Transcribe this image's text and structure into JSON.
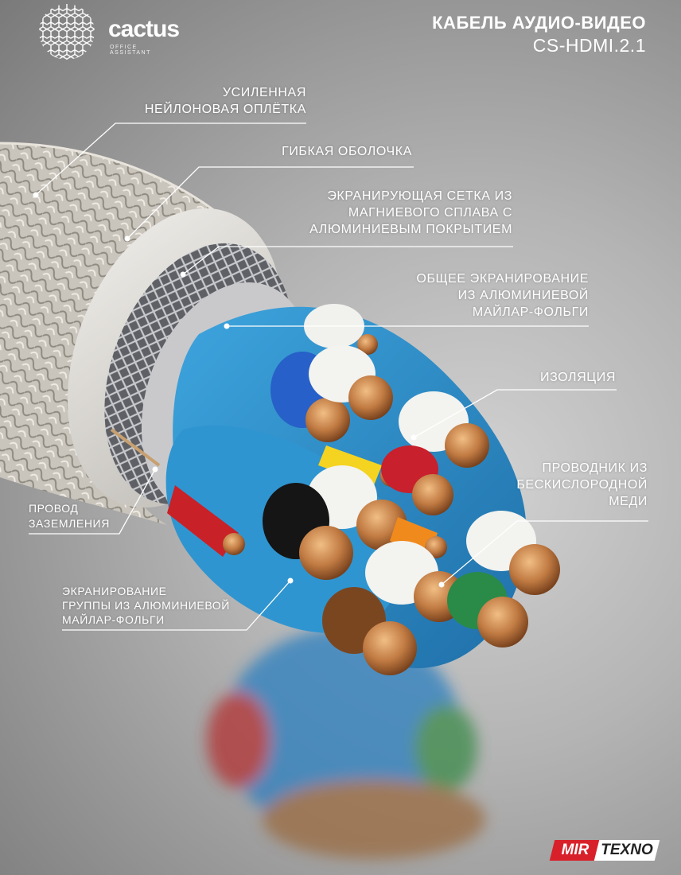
{
  "brand": {
    "name": "cactus",
    "tagline": "OFFICE ASSISTANT"
  },
  "header": {
    "title": "КАБЕЛЬ АУДИО-ВИДЕО",
    "model": "CS-HDMI.2.1"
  },
  "callouts": {
    "nylon_braid": [
      "УСИЛЕННАЯ",
      "НЕЙЛОНОВАЯ ОПЛЁТКА"
    ],
    "flexible_sheath": [
      "ГИБКАЯ ОБОЛОЧКА"
    ],
    "shield_mesh": [
      "ЭКРАНИРУЮЩАЯ СЕТКА ИЗ",
      "МАГНИЕВОГО СПЛАВА С",
      "АЛЮМИНИЕВЫМ ПОКРЫТИЕМ"
    ],
    "common_shielding": [
      "ОБЩЕЕ ЭКРАНИРОВАНИЕ",
      "ИЗ АЛЮМИНИЕВОЙ",
      "МАЙЛАР-ФОЛЬГИ"
    ],
    "insulation": [
      "ИЗОЛЯЦИЯ"
    ],
    "conductor": [
      "ПРОВОДНИК ИЗ",
      "БЕСКИСЛОРОДНОЙ",
      "МЕДИ"
    ],
    "ground_wire": [
      "ПРОВОД",
      "ЗАЗЕМЛЕНИЯ"
    ],
    "group_shielding": [
      "ЭКРАНИРОВАНИЕ",
      "ГРУППЫ ИЗ АЛЮМИНИЕВОЙ",
      "МАЙЛАР-ФОЛЬГИ"
    ]
  },
  "watermark": {
    "left": "MIR",
    "right": "TEXNO"
  },
  "colors": {
    "text": "#ffffff",
    "foil_blue": "#2f95d0",
    "copper": "#c07a42",
    "brand_red": "#d8202a"
  }
}
